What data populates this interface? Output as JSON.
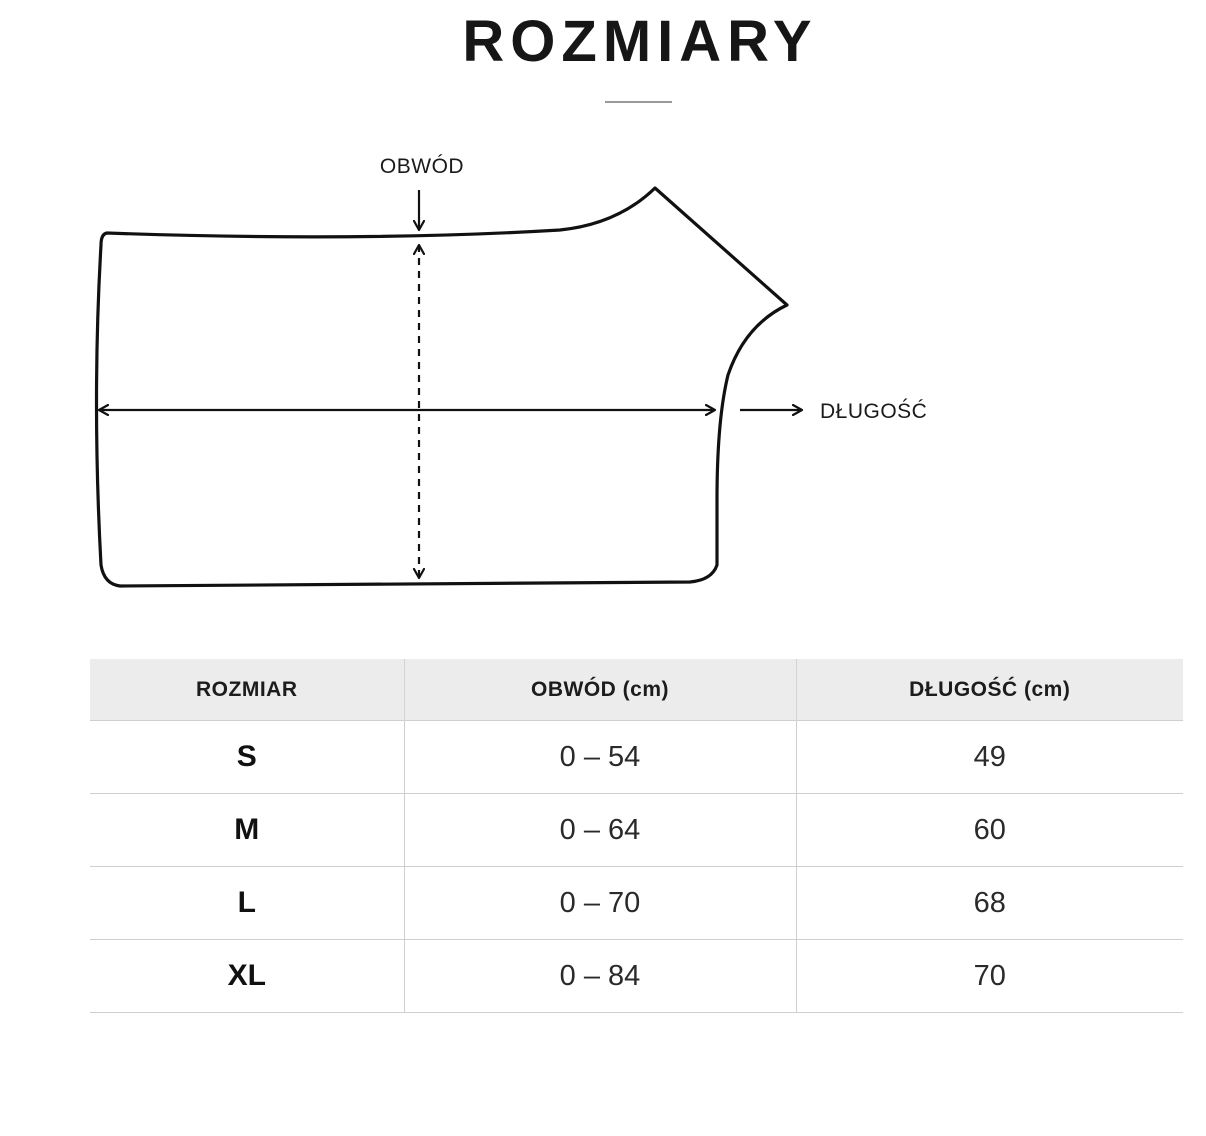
{
  "page": {
    "title": "ROZMIARY"
  },
  "diagram": {
    "label_girth": "OBWÓD",
    "label_length": "DŁUGOŚĆ"
  },
  "table": {
    "headers": [
      "ROZMIAR",
      "OBWÓD (cm)",
      "DŁUGOŚĆ (cm)"
    ],
    "rows": [
      [
        "S",
        "0 – 54",
        "49"
      ],
      [
        "M",
        "0 – 64",
        "60"
      ],
      [
        "L",
        "0 – 70",
        "68"
      ],
      [
        "XL",
        "0 – 84",
        "70"
      ]
    ]
  },
  "colors": {
    "header_bg": "#ececec",
    "line": "#111111",
    "divider": "#cfcfcf"
  }
}
